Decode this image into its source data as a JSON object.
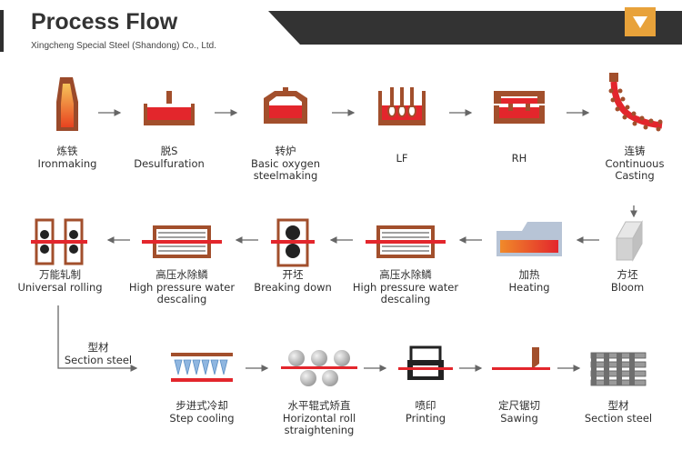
{
  "header": {
    "title": "Process Flow",
    "subtitle": "Xingcheng Special Steel (Shandong) Co., Ltd."
  },
  "colors": {
    "banner": "#333333",
    "accent": "#e8a23a",
    "molten": "#e3262c",
    "brown": "#a24f2c",
    "arrow": "#666666"
  },
  "row1": [
    {
      "cn": "炼铁",
      "en": "Ironmaking",
      "icon": "blast-furnace-icon"
    },
    {
      "cn": "脱S",
      "en": "Desulfuration",
      "icon": "desulfurization-ladle-icon"
    },
    {
      "cn": "转炉",
      "en": "Basic oxygen",
      "en2": "steelmaking",
      "icon": "converter-icon"
    },
    {
      "cn": "",
      "en": "LF",
      "icon": "ladle-furnace-icon"
    },
    {
      "cn": "",
      "en": "RH",
      "icon": "rh-degasser-icon"
    },
    {
      "cn": "连铸",
      "en": "Continuous",
      "en2": "Casting",
      "icon": "continuous-caster-icon"
    }
  ],
  "row2": [
    {
      "cn": "万能轧制",
      "en": "Universal rolling",
      "icon": "universal-mill-icon"
    },
    {
      "cn": "高压水除鳞",
      "en": "High pressure water",
      "en2": "descaling",
      "icon": "descaler-icon"
    },
    {
      "cn": "开坯",
      "en": "Breaking down",
      "icon": "breakdown-mill-icon"
    },
    {
      "cn": "高压水除鳞",
      "en": "High pressure water",
      "en2": "descaling",
      "icon": "descaler-icon"
    },
    {
      "cn": "加热",
      "en": "Heating",
      "icon": "reheating-furnace-icon"
    },
    {
      "cn": "方坯",
      "en": "Bloom",
      "icon": "bloom-icon"
    }
  ],
  "branch": {
    "cn": "型材",
    "en": "Section steel"
  },
  "row3": [
    {
      "cn": "步进式冷却",
      "en": "Step cooling",
      "icon": "cooling-bed-icon"
    },
    {
      "cn": "水平辊式矫直",
      "en": "Horizontal roll",
      "en2": "straightening",
      "icon": "straightener-icon"
    },
    {
      "cn": "喷印",
      "en": "Printing",
      "icon": "printer-icon"
    },
    {
      "cn": "定尺锯切",
      "en": "Sawing",
      "icon": "saw-icon"
    },
    {
      "cn": "型材",
      "en": "Section steel",
      "icon": "section-steel-icon"
    }
  ]
}
